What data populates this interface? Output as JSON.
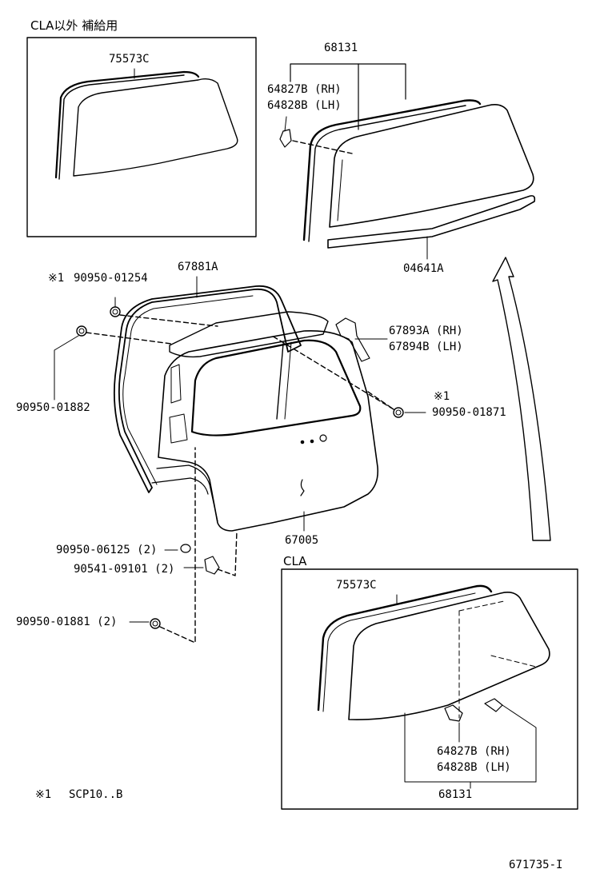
{
  "boxes": {
    "top_left": {
      "header": "CLA以外 補給用",
      "part": "75573C"
    },
    "bottom_right": {
      "header": "CLA",
      "part_top": "75573C",
      "clip_rh": "64827B (RH)",
      "clip_lh": "64828B (LH)",
      "glass": "68131"
    }
  },
  "labels": {
    "glass": "68131",
    "clip_rh": "64827B (RH)",
    "clip_lh": "64828B (LH)",
    "lower_molding": "04641A",
    "weatherstrip": "67881A",
    "note_mark_1": "※1",
    "bolt_1254": "90950-01254",
    "bumper_1882": "90950-01882",
    "hinge_rh": "67893A (RH)",
    "hinge_lh": "67894B (LH)",
    "note_mark_2": "※1",
    "bolt_1871": "90950-01871",
    "door_panel": "67005",
    "plug_6125": "90950-06125 (2)",
    "screw_9101": "90541-09101 (2)",
    "plug_1881": "90950-01881 (2)"
  },
  "footnote": {
    "mark": "※1",
    "text": "SCP10..B"
  },
  "diagram_id": "671735-I",
  "colors": {
    "ink": "#000000",
    "paper": "#ffffff"
  }
}
